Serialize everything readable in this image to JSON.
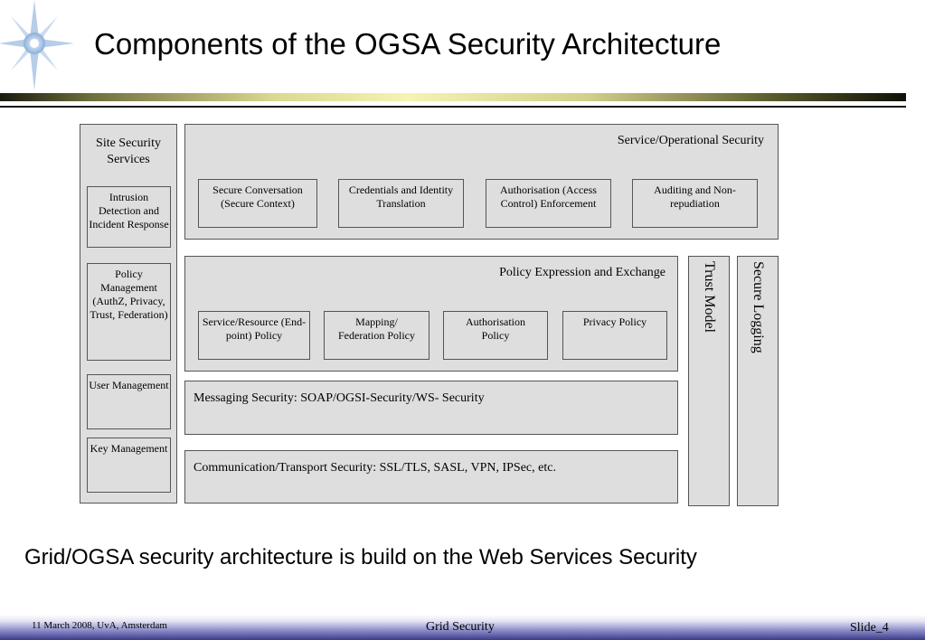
{
  "slide": {
    "title": "Components of the OGSA Security Architecture",
    "caption": "Grid/OGSA security architecture is build on the Web Services Security",
    "footer": {
      "date": "11 March 2008, UvA, Amsterdam",
      "center": "Grid Security",
      "slide_no": "Slide_4"
    }
  },
  "diagram": {
    "site": {
      "label": "Site Security Services",
      "items": [
        "Intrusion Detection and Incident Response",
        "Policy Management (AuthZ, Privacy, Trust, Federation)",
        "User Management",
        "Key Management"
      ]
    },
    "service_ops": {
      "label": "Service/Operational Security",
      "items": [
        "Secure Conversation (Secure Context)",
        "Credentials and Identity Translation",
        "Authorisation (Access Control) Enforcement",
        "Auditing and Non-repudiation"
      ]
    },
    "policy": {
      "label": "Policy Expression and Exchange",
      "items": [
        "Service/Resource (End-point) Policy",
        "Mapping/ Federation Policy",
        "Authorisation Policy",
        "Privacy Policy"
      ]
    },
    "messaging": {
      "label": "Messaging Security: SOAP/OGSI-Security/WS- Security"
    },
    "transport": {
      "label": "Communication/Transport Security: SSL/TLS, SASL, VPN, IPSec, etc."
    },
    "trust_model": {
      "label": "Trust Model"
    },
    "secure_logging": {
      "label": "Secure Logging"
    }
  }
}
